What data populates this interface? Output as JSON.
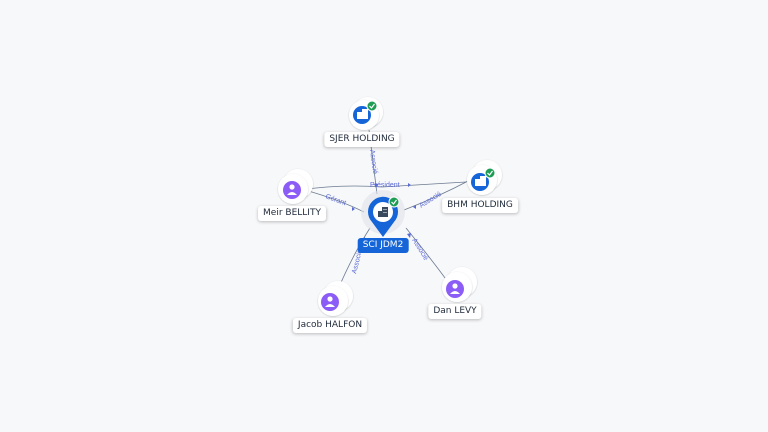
{
  "colors": {
    "edge": "#6b7a90",
    "edge_label": "#5a6ad6",
    "company": "#1565d8",
    "person": "#8b5cf6",
    "check": "#1f9d55",
    "center": "#1565d8"
  },
  "center": {
    "label": "SCI JDM2",
    "icon": "building-icon",
    "verified": true
  },
  "nodes": [
    {
      "id": "sjer",
      "label": "SJER HOLDING",
      "type": "company",
      "icon": "building-icon",
      "verified": true
    },
    {
      "id": "bhm",
      "label": "BHM HOLDING",
      "type": "company",
      "icon": "building-icon",
      "verified": true
    },
    {
      "id": "meir",
      "label": "Meir BELLITY",
      "type": "person",
      "icon": "person-icon",
      "verified": false
    },
    {
      "id": "jacob",
      "label": "Jacob HALFON",
      "type": "person",
      "icon": "person-icon",
      "verified": false
    },
    {
      "id": "dan",
      "label": "Dan LEVY",
      "type": "person",
      "icon": "person-icon",
      "verified": false
    }
  ],
  "edges": [
    {
      "from": "sjer",
      "label": "Associé"
    },
    {
      "from": "meir",
      "label": "Président"
    },
    {
      "from": "meir",
      "label": "Gérant"
    },
    {
      "from": "bhm",
      "label": "Associé"
    },
    {
      "from": "jacob",
      "label": "Associé"
    },
    {
      "from": "dan",
      "label": "Associé"
    }
  ]
}
